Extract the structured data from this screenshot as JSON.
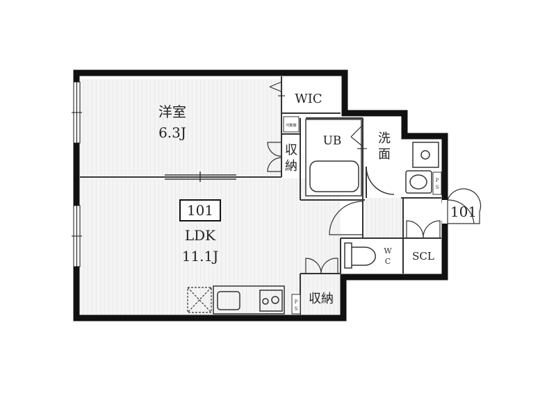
{
  "rooms": {
    "western_room": {
      "name": "洋室",
      "size": "6.3J"
    },
    "wic": "WIC",
    "ub": "UB",
    "washroom": [
      "洗",
      "面"
    ],
    "storage_upper": [
      "収",
      "納"
    ],
    "movable_shelf": "可動棚",
    "ldk": {
      "unit": "101",
      "name": "LDK",
      "size": "11.1J"
    },
    "storage_lower": "収納",
    "ps": [
      "P",
      "S"
    ],
    "wc": [
      "W",
      "C"
    ],
    "scl": "SCL",
    "entrance_unit": "101"
  },
  "colors": {
    "wall": "#111111",
    "floor": "#ececec",
    "fixture": "#555555"
  }
}
